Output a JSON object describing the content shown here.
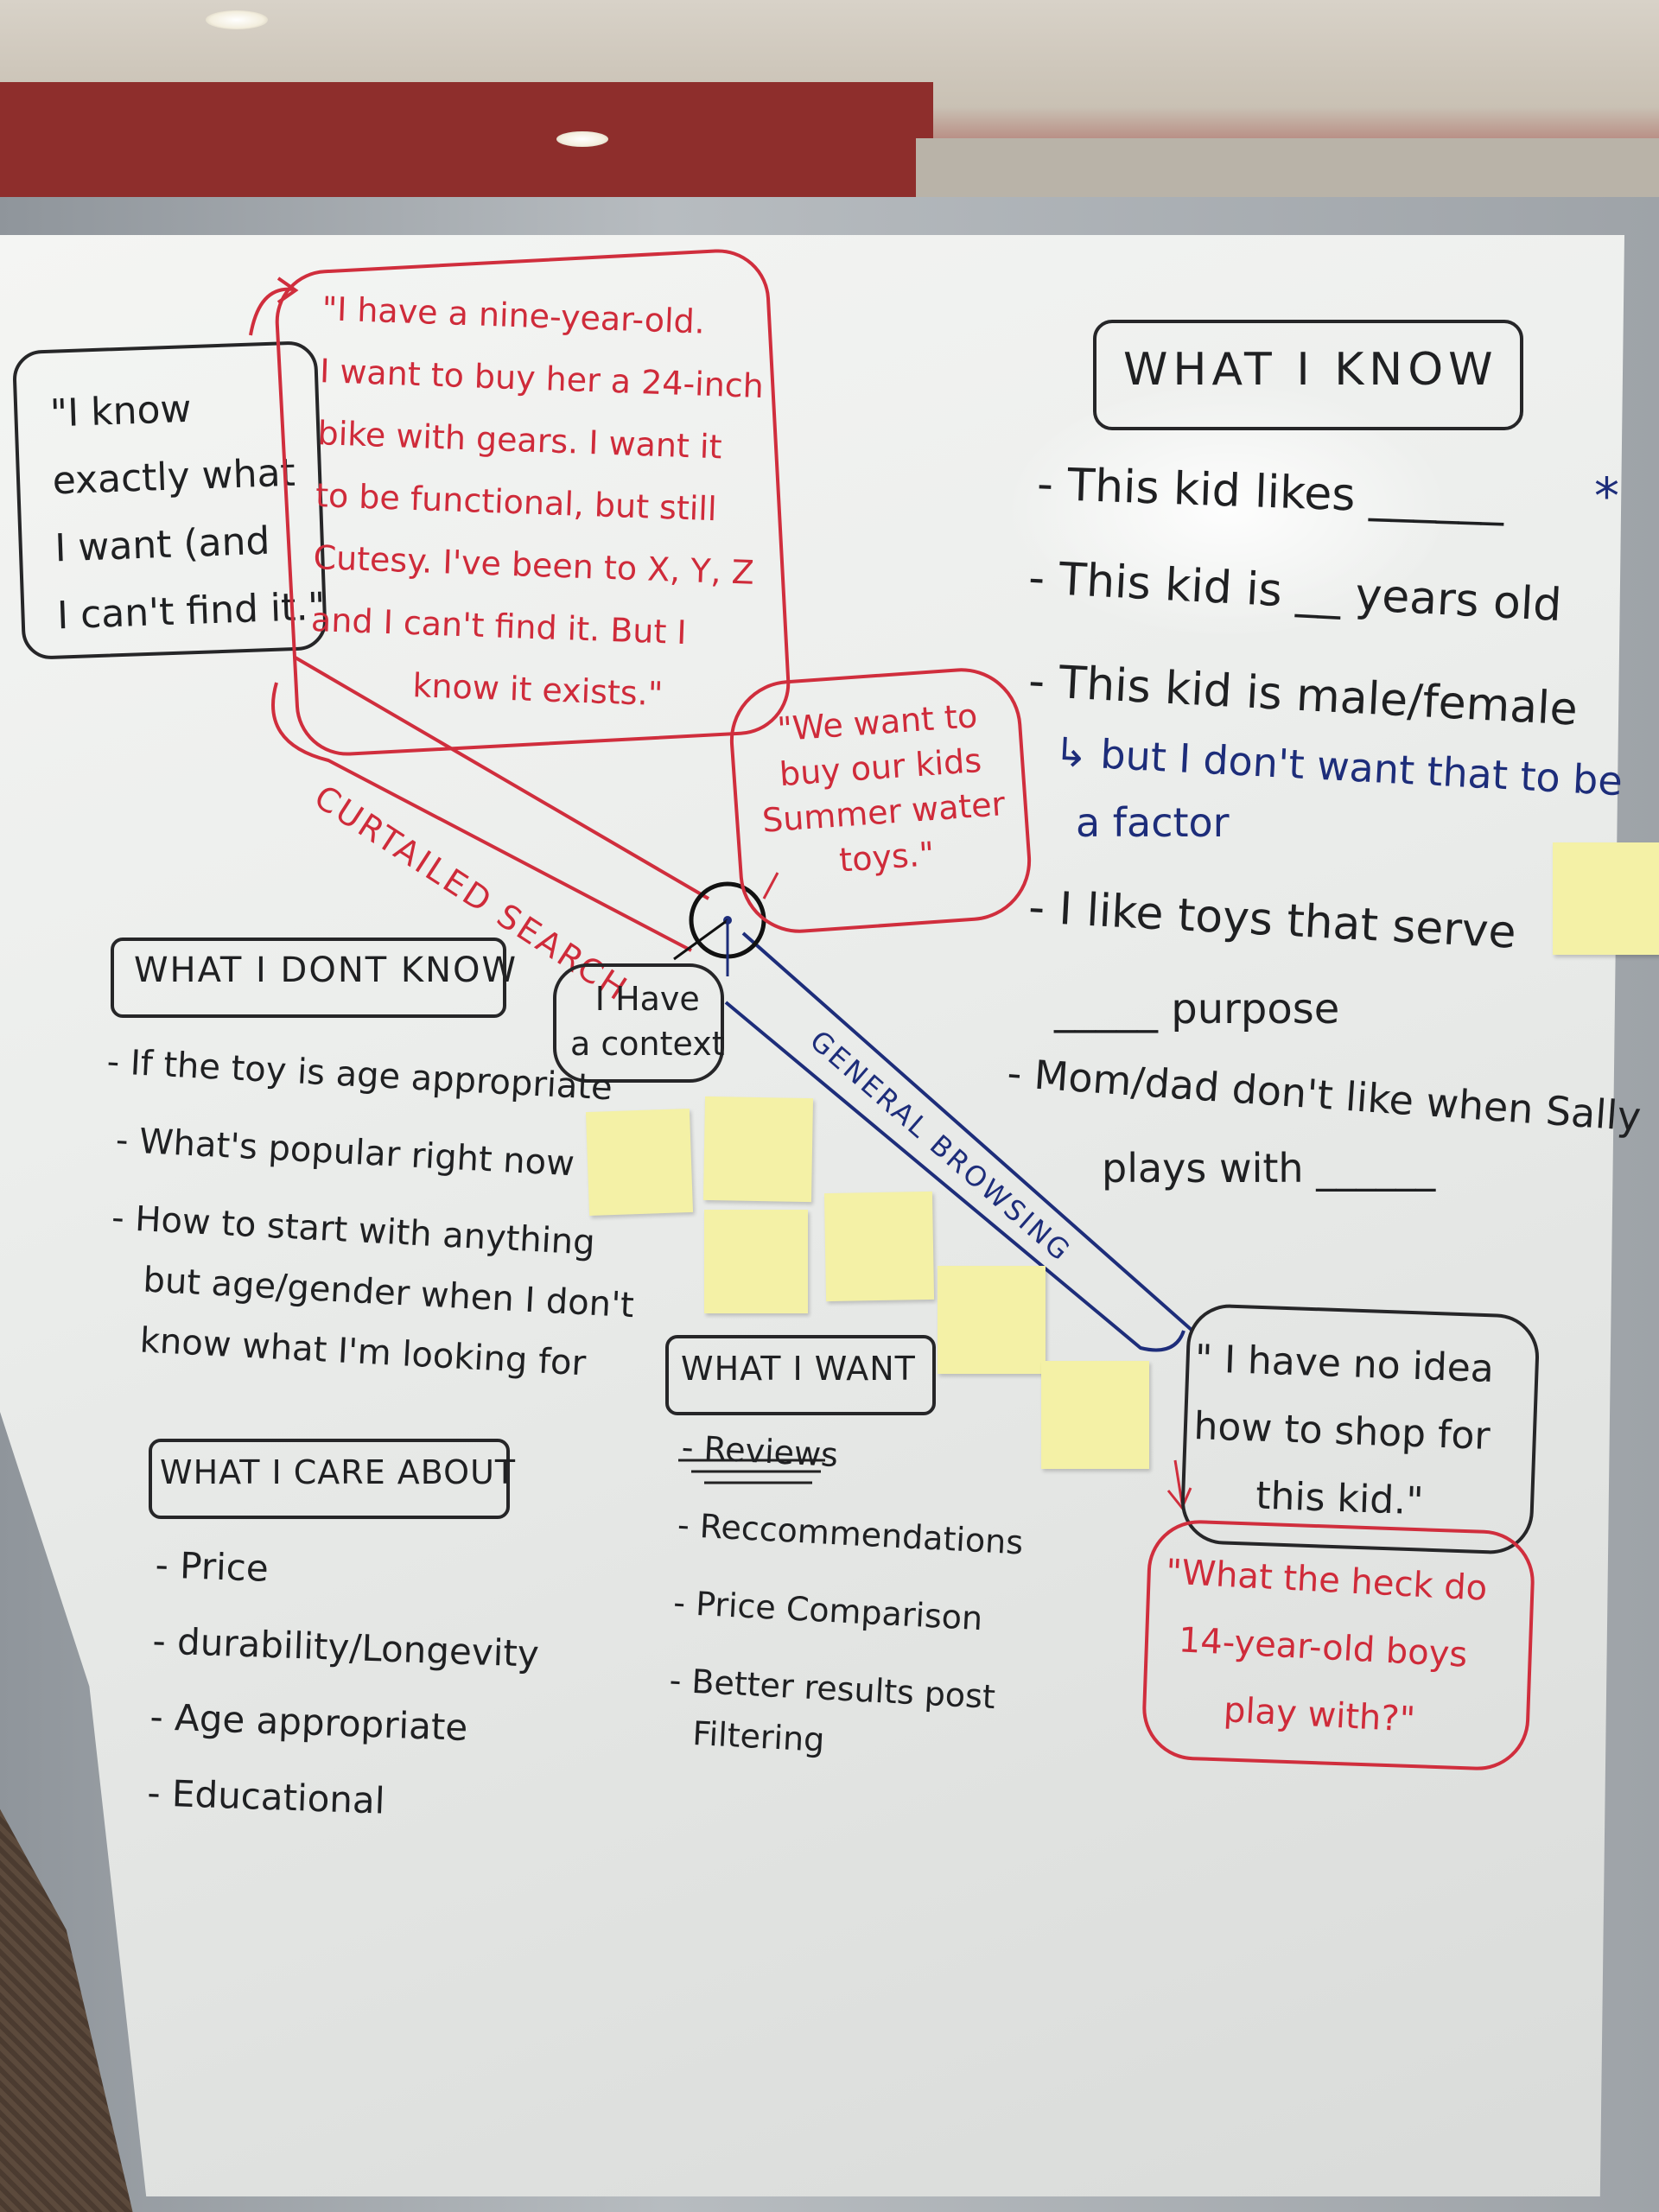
{
  "scene": {
    "tl_quote": [
      "\"I know",
      "exactly what",
      "I want (and",
      "I can't find it.\""
    ],
    "red_quote_1": [
      "\"I have a nine-year-old.",
      "I want to buy her a 24-inch",
      "bike with gears. I want it",
      "to be functional, but still",
      "Cutesy. I've been to X, Y, Z",
      "and I can't find it. But I",
      "know it exists.\""
    ],
    "red_quote_2": [
      "\"We want to",
      "buy our kids",
      "Summer water",
      "toys.\""
    ],
    "red_quote_3": [
      "\"What the heck do",
      "14-year-old boys",
      "play with?\""
    ],
    "br_quote": [
      "\" I have no idea",
      "how to shop for",
      "this kid.\""
    ],
    "context": [
      "I Have",
      "a context"
    ],
    "axis_curtailed": "CURTAILED SEARCH",
    "axis_general": "GENERAL BROWSING",
    "what_i_know": {
      "heading": "WHAT I KNOW",
      "line1": "- This kid likes ______",
      "star": "*",
      "line2": "- This kid is __ years old",
      "line3": "- This kid is male/female",
      "line3b": "↳ but I don't want that to be",
      "line3c": "a factor",
      "line4": "- I like toys that serve",
      "line4b": "_____ purpose",
      "line5": "- Mom/dad don't like when Sally",
      "line5b": "plays with ______"
    },
    "what_i_dont_know": {
      "heading": "WHAT I DONT KNOW",
      "items": [
        "- If the toy is age appropriate",
        "- What's popular right now",
        "- How to start with anything",
        "but age/gender when I don't",
        "know what I'm looking for"
      ]
    },
    "what_i_care_about": {
      "heading": "WHAT I CARE ABOUT",
      "items": [
        "- Price",
        "- durability/Longevity",
        "- Age appropriate",
        "- Educational"
      ]
    },
    "what_i_want": {
      "heading": "WHAT I WANT",
      "items": [
        "- Reviews",
        "- Reccommendations",
        "- Price Comparison",
        "- Better results post",
        "Filtering"
      ]
    }
  }
}
